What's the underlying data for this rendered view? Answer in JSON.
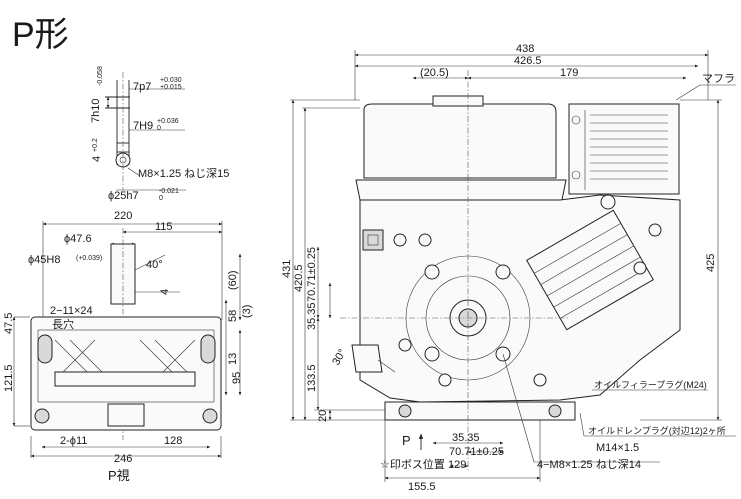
{
  "title": "P形",
  "shaft_detail": {
    "dim_7h10": "7h10",
    "dim_7h10_tol": "-0.058",
    "dim_7h10_tol2": "0",
    "dim_7p7": "7p7",
    "dim_7p7_tol_upper": "+0.030",
    "dim_7p7_tol_lower": "+0.015",
    "dim_7H9": "7H9",
    "dim_7H9_tol": "+0.036",
    "dim_7H9_tol2": "0",
    "dim_4": "4",
    "dim_4_tol": "+0.2",
    "dim_4_tol2": "0",
    "thread": "M8×1.25 ねじ深15",
    "shaft_dia": "ϕ25h7",
    "shaft_dia_tol": "-0.021",
    "shaft_dia_tol2": "0"
  },
  "p_view": {
    "label": "P視",
    "dim_220": "220",
    "dim_115": "115",
    "dim_phi476": "ϕ47.6",
    "dim_phi45": "ϕ45H8",
    "dim_phi45_tol": "(+0.039)",
    "dim_phi45_tol2": "0",
    "dim_40deg": "40°",
    "dim_4": "4",
    "dim_60": "(60)",
    "dim_58": "58",
    "dim_3": "(3)",
    "dim_13": "13",
    "dim_95": "95",
    "dim_475": "47.5",
    "dim_1215": "121.5",
    "slot": "2−11×24",
    "slot_note": "長穴",
    "holes": "2-ϕ11",
    "dim_128": "128",
    "dim_246": "246"
  },
  "front_view": {
    "dim_438": "438",
    "dim_4265": "426.5",
    "dim_205": "(20.5)",
    "dim_179": "179",
    "muffler": "マフラ",
    "dim_431": "431",
    "dim_4205": "420.5",
    "dim_7071a": "70.71±0.25",
    "dim_3535a": "35.35",
    "dim_1335": "133.5",
    "dim_30deg": "30°",
    "dim_20": "20",
    "dim_425": "425",
    "oil_filler": "オイルフィラープラグ(M24)",
    "oil_drain": "オイルドレンプラグ(対辺12)2ヶ所",
    "drain_thread": "M14×1.5",
    "p_arrow": "P",
    "dim_3535b": "35.35",
    "dim_7071b": "70.71±0.25",
    "boss_label": "☆印ボス位置",
    "dim_129": "129",
    "bolt_holes": "4−M8×1.25 ねじ深14",
    "dim_1555": "155.5"
  }
}
